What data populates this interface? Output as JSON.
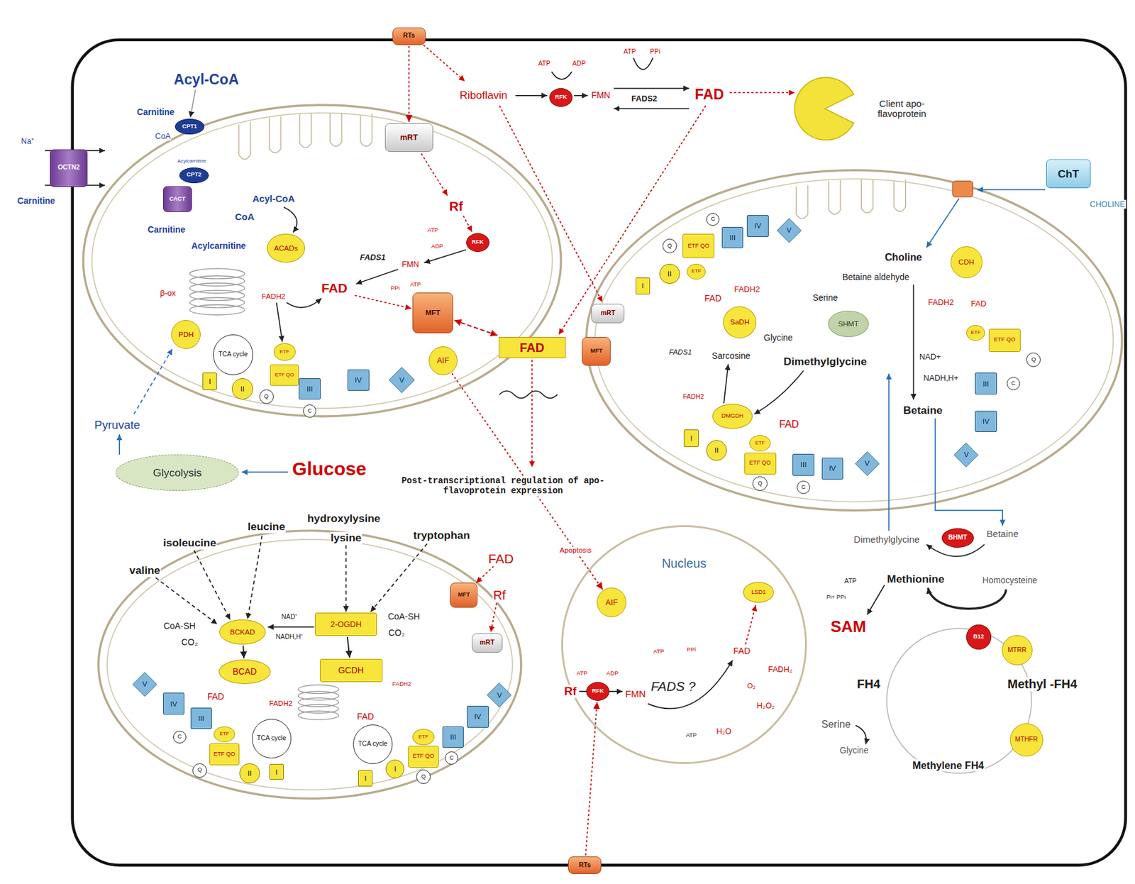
{
  "diagram": {
    "nodes": [
      {
        "text": [
          "RTs"
        ]
      },
      {
        "text": [
          "RFK"
        ]
      },
      {
        "text": [
          "Client apo-flavoprotein"
        ]
      },
      {
        "text": [
          "CPT1"
        ]
      },
      {
        "text": [
          "OCTN2"
        ]
      },
      {
        "text": [
          "CPT2"
        ]
      },
      {
        "text": [
          "CACT"
        ]
      },
      {
        "text": [
          "mRT"
        ]
      },
      {
        "text": [
          "RFK"
        ]
      },
      {
        "text": [
          "ACADs"
        ]
      },
      {
        "text": [
          "MFT"
        ]
      },
      {
        "text": [
          "PDH"
        ]
      },
      {
        "text": [
          "TCA cycle"
        ]
      },
      {
        "text": [
          "ETF"
        ]
      },
      {
        "text": [
          "ETF QO"
        ]
      },
      {
        "text": [
          "Q"
        ]
      },
      {
        "text": [
          "AIF"
        ]
      },
      {
        "text": [
          "I"
        ]
      },
      {
        "text": [
          "II"
        ]
      },
      {
        "text": [
          "III"
        ]
      },
      {
        "text": [
          "C"
        ]
      },
      {
        "text": [
          "IV"
        ]
      },
      {
        "text": [
          "V"
        ]
      },
      {
        "text": [
          "Glycolysis"
        ]
      },
      {
        "text": [
          "FAD"
        ]
      },
      {
        "text": [
          "mRT"
        ]
      },
      {
        "text": [
          "MFT"
        ]
      },
      {
        "text": [
          "ChT"
        ]
      },
      {
        "text": [
          "I"
        ]
      },
      {
        "text": [
          "II"
        ]
      },
      {
        "text": [
          "ETF QO"
        ]
      },
      {
        "text": [
          "ETF"
        ]
      },
      {
        "text": [
          "Q"
        ]
      },
      {
        "text": [
          "C"
        ]
      },
      {
        "text": [
          "III"
        ]
      },
      {
        "text": [
          "IV"
        ]
      },
      {
        "text": [
          "V"
        ]
      },
      {
        "text": [
          "SaDH"
        ]
      },
      {
        "text": [
          "SHMT"
        ]
      },
      {
        "text": [
          "DMGDH"
        ]
      },
      {
        "text": [
          "I"
        ]
      },
      {
        "text": [
          "II"
        ]
      },
      {
        "text": [
          "ETF"
        ]
      },
      {
        "text": [
          "ETF QO"
        ]
      },
      {
        "text": [
          "Q"
        ]
      },
      {
        "text": [
          "III"
        ]
      },
      {
        "text": [
          "C"
        ]
      },
      {
        "text": [
          "IV"
        ]
      },
      {
        "text": [
          "V"
        ]
      },
      {
        "text": [
          "CDH"
        ]
      },
      {
        "text": [
          "ETF"
        ]
      },
      {
        "text": [
          "ETF QO"
        ]
      },
      {
        "text": [
          "Q"
        ]
      },
      {
        "text": [
          "III"
        ]
      },
      {
        "text": [
          "C"
        ]
      },
      {
        "text": [
          "IV"
        ]
      },
      {
        "text": [
          "V"
        ]
      },
      {
        "text": [
          "BCKAD"
        ]
      },
      {
        "text": [
          "2-OGDH"
        ]
      },
      {
        "text": [
          "BCAD"
        ]
      },
      {
        "text": [
          "GCDH"
        ]
      },
      {
        "text": [
          "MFT"
        ]
      },
      {
        "text": [
          "mRT"
        ]
      },
      {
        "text": [
          "V"
        ]
      },
      {
        "text": [
          "IV"
        ]
      },
      {
        "text": [
          "III"
        ]
      },
      {
        "text": [
          "C"
        ]
      },
      {
        "text": [
          "ETF"
        ]
      },
      {
        "text": [
          "ETF QO"
        ]
      },
      {
        "text": [
          "Q"
        ]
      },
      {
        "text": [
          "II"
        ]
      },
      {
        "text": [
          "TCA cycle"
        ]
      },
      {
        "text": [
          "I"
        ]
      },
      {
        "text": [
          "TCA cycle"
        ]
      },
      {
        "text": [
          "I"
        ]
      },
      {
        "text": [
          "I"
        ]
      },
      {
        "text": [
          "ETF"
        ]
      },
      {
        "text": [
          "ETF QO"
        ]
      },
      {
        "text": [
          "Q"
        ]
      },
      {
        "text": [
          "III"
        ]
      },
      {
        "text": [
          "C"
        ]
      },
      {
        "text": [
          "IV"
        ]
      },
      {
        "text": [
          "V"
        ]
      },
      {
        "text": [
          "Nucleus"
        ]
      },
      {
        "text": [
          "AIF"
        ],
        "in": 83
      },
      {
        "text": [
          "LSD1"
        ],
        "in": 83
      },
      {
        "text": [
          "RFK"
        ],
        "in": 83
      },
      {
        "text": [
          "RTs"
        ]
      },
      {
        "text": [
          "BHMT"
        ]
      },
      {
        "text": [
          "B12"
        ]
      },
      {
        "text": [
          "MTRR"
        ]
      },
      {
        "text": [
          "MTHFR"
        ]
      }
    ],
    "edges": [
      {
        "from": 10,
        "to": 24,
        "arrow": "both"
      },
      {
        "from": 16,
        "to": 84,
        "label": "Apoptosis",
        "arrow": "to"
      },
      {
        "from": 87,
        "to": 86,
        "arrow": "to"
      },
      {
        "from": 57,
        "to": 59,
        "arrow": "to"
      },
      {
        "from": 58,
        "to": 60,
        "arrow": "to"
      },
      {
        "from": 0,
        "to": 7,
        "arrow": "to"
      }
    ],
    "labels": [
      "Riboflavin",
      "ATP",
      "ADP",
      "FMN",
      "ATP",
      "PPi",
      "FADS2",
      "FAD",
      "Acyl-CoA",
      "Carnitine",
      "CoA",
      "Na⁺",
      "Carnitine",
      "Acylcarnitine",
      "Acyl-CoA",
      "CoA",
      "Carnitine",
      "Acylcarnitine",
      "β-ox",
      "FAD",
      "FADH2",
      "FADS1",
      "FMN",
      "ATP",
      "ADP",
      "PPi",
      "ATP",
      "Rf",
      "Pyruvate",
      "Glucose",
      "Post-transcriptional regulation of apo-flavoprotein expression",
      "FADS1",
      "FAD",
      "FADH2",
      "Serine",
      "Glycine",
      "Sarcosine",
      "Dimethylglycine",
      "FADH2",
      "FAD",
      "Choline",
      "Betaine aldehyde",
      "FADH2",
      "FAD",
      "NAD+",
      "NADH,H+",
      "Betaine",
      "CHOLINE",
      "Dimethylglycine",
      "Betaine",
      "Methionine",
      "Homocysteine",
      "ATP",
      "Pi+ PPi",
      "SAM",
      "Methyl -FH4",
      "FH4",
      "Serine",
      "Glycine",
      "Methylene FH4",
      "ATP",
      "ADP",
      "Rf",
      "FMN",
      "ATP",
      "PPi",
      "FADS ?",
      "ATP",
      "H₂O",
      "FAD",
      "FADH₂",
      "O₂",
      "H₂O₂",
      "valine",
      "isoleucine",
      "leucine",
      "hydroxylysine",
      "lysine",
      "tryptophan",
      "CoA-SH",
      "CO₂",
      "NAD⁺",
      "NADH,H⁺",
      "CoA-SH",
      "CO₂",
      "FAD",
      "FADH2",
      "FAD",
      "FADH2",
      "FAD",
      "Rf"
    ]
  }
}
